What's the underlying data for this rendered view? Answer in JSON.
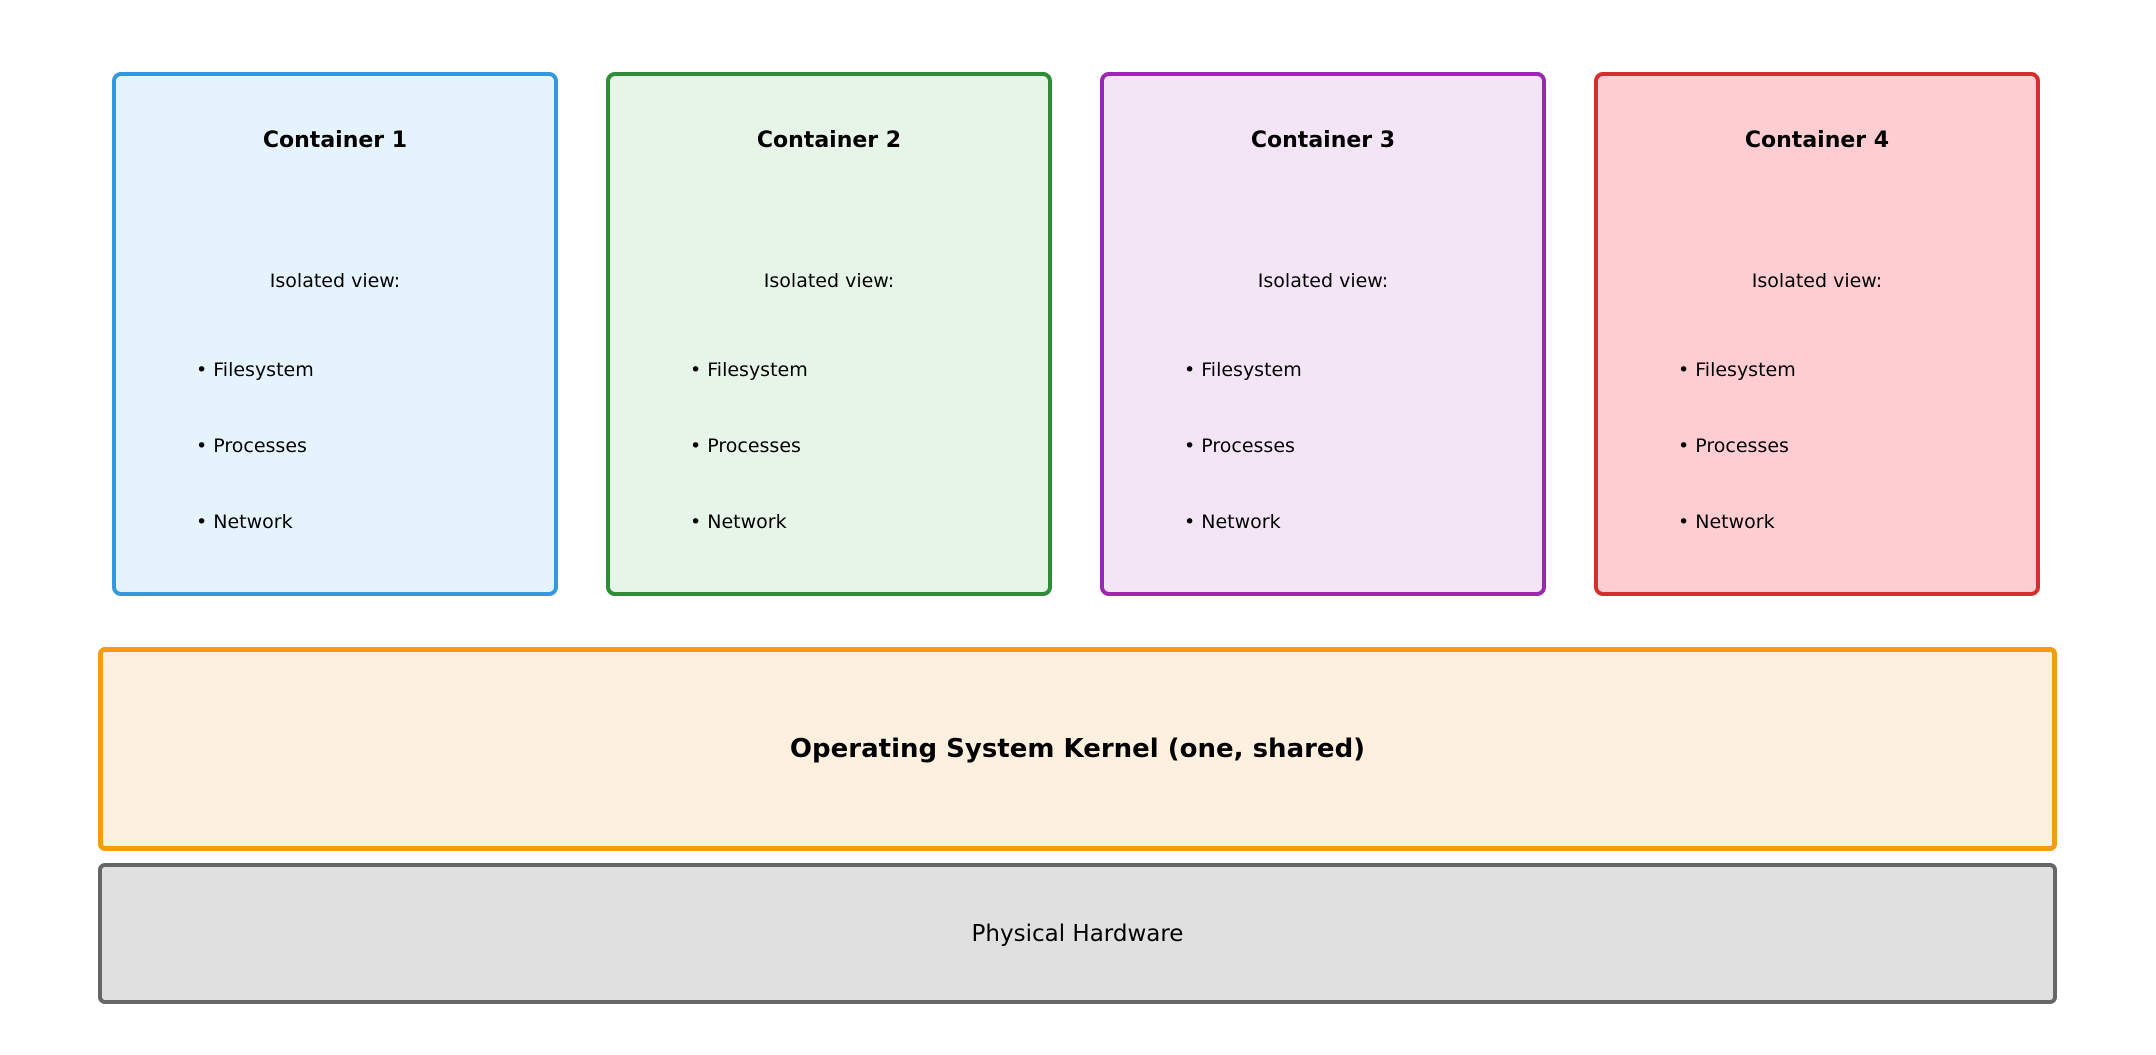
{
  "containers": [
    {
      "title": "Container 1",
      "isolated_label": "Isolated view:",
      "items": [
        "• Filesystem",
        "• Processes",
        "• Network"
      ],
      "border_color": "#3498db",
      "fill_color": "#e5f3fd"
    },
    {
      "title": "Container 2",
      "isolated_label": "Isolated view:",
      "items": [
        "• Filesystem",
        "• Processes",
        "• Network"
      ],
      "border_color": "#2e8b36",
      "fill_color": "#e7f4e8"
    },
    {
      "title": "Container 3",
      "isolated_label": "Isolated view:",
      "items": [
        "• Filesystem",
        "• Processes",
        "• Network"
      ],
      "border_color": "#9c27b0",
      "fill_color": "#f3e5f6"
    },
    {
      "title": "Container 4",
      "isolated_label": "Isolated view:",
      "items": [
        "• Filesystem",
        "• Processes",
        "• Network"
      ],
      "border_color": "#d32f2f",
      "fill_color": "#fecdd2"
    }
  ],
  "kernel": {
    "label": "Operating System Kernel (one, shared)",
    "border_color": "#f39c12",
    "fill_color": "#fdf0de"
  },
  "hardware": {
    "label": "Physical Hardware",
    "border_color": "#666666",
    "fill_color": "#e0e0e0"
  }
}
